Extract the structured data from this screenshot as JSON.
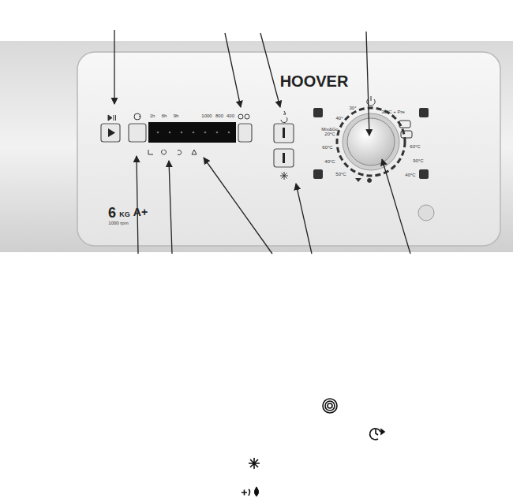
{
  "diagram": {
    "labels": [
      "HOOVER",
      "6",
      "KG",
      "1000 rpm",
      "A+",
      "1h",
      "6h",
      "9h",
      "1000",
      "800",
      "400",
      "30°",
      "40°",
      "Mix&Go 20°C",
      "60°C",
      "40°C",
      "50°C",
      "30°C + Pre",
      "60°C",
      "90°C",
      "40°C"
    ]
  }
}
